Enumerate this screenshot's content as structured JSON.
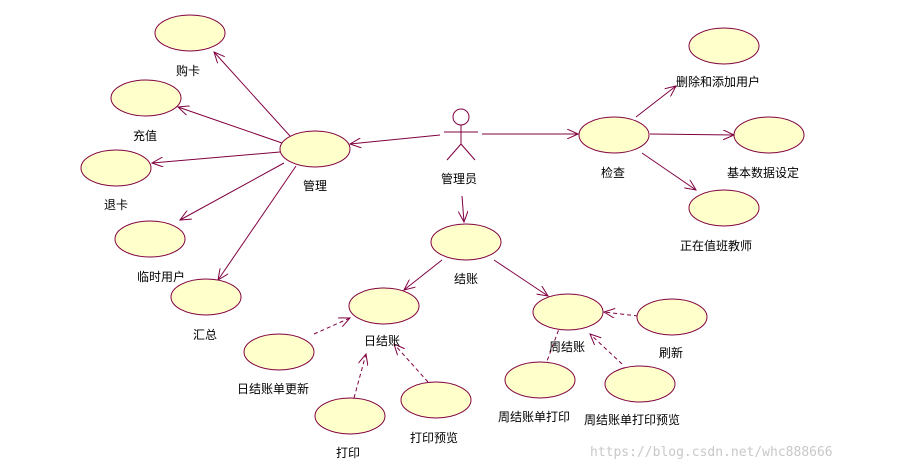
{
  "actor": {
    "label": "管理员"
  },
  "use_cases": {
    "manage": "管理",
    "buy_card": "购卡",
    "recharge": "充值",
    "refund_card": "退卡",
    "temp_user": "临时用户",
    "summary": "汇总",
    "check": "检查",
    "add_delete_user": "删除和添加用户",
    "basic_settings": "基本数据设定",
    "on_duty_teacher": "正在值班教师",
    "settle": "结账",
    "daily_settle": "日结账",
    "daily_update": "日结账单更新",
    "print": "打印",
    "print_preview": "打印预览",
    "weekly_settle": "周结账",
    "refresh": "刷新",
    "weekly_print": "周结账单打印",
    "weekly_print_preview": "周结账单打印预览"
  },
  "watermark": "https://blog.csdn.net/whc888666",
  "colors": {
    "ellipse_fill": "#ffffcc",
    "ellipse_stroke": "#800040",
    "line": "#800040",
    "text": "#000000"
  }
}
